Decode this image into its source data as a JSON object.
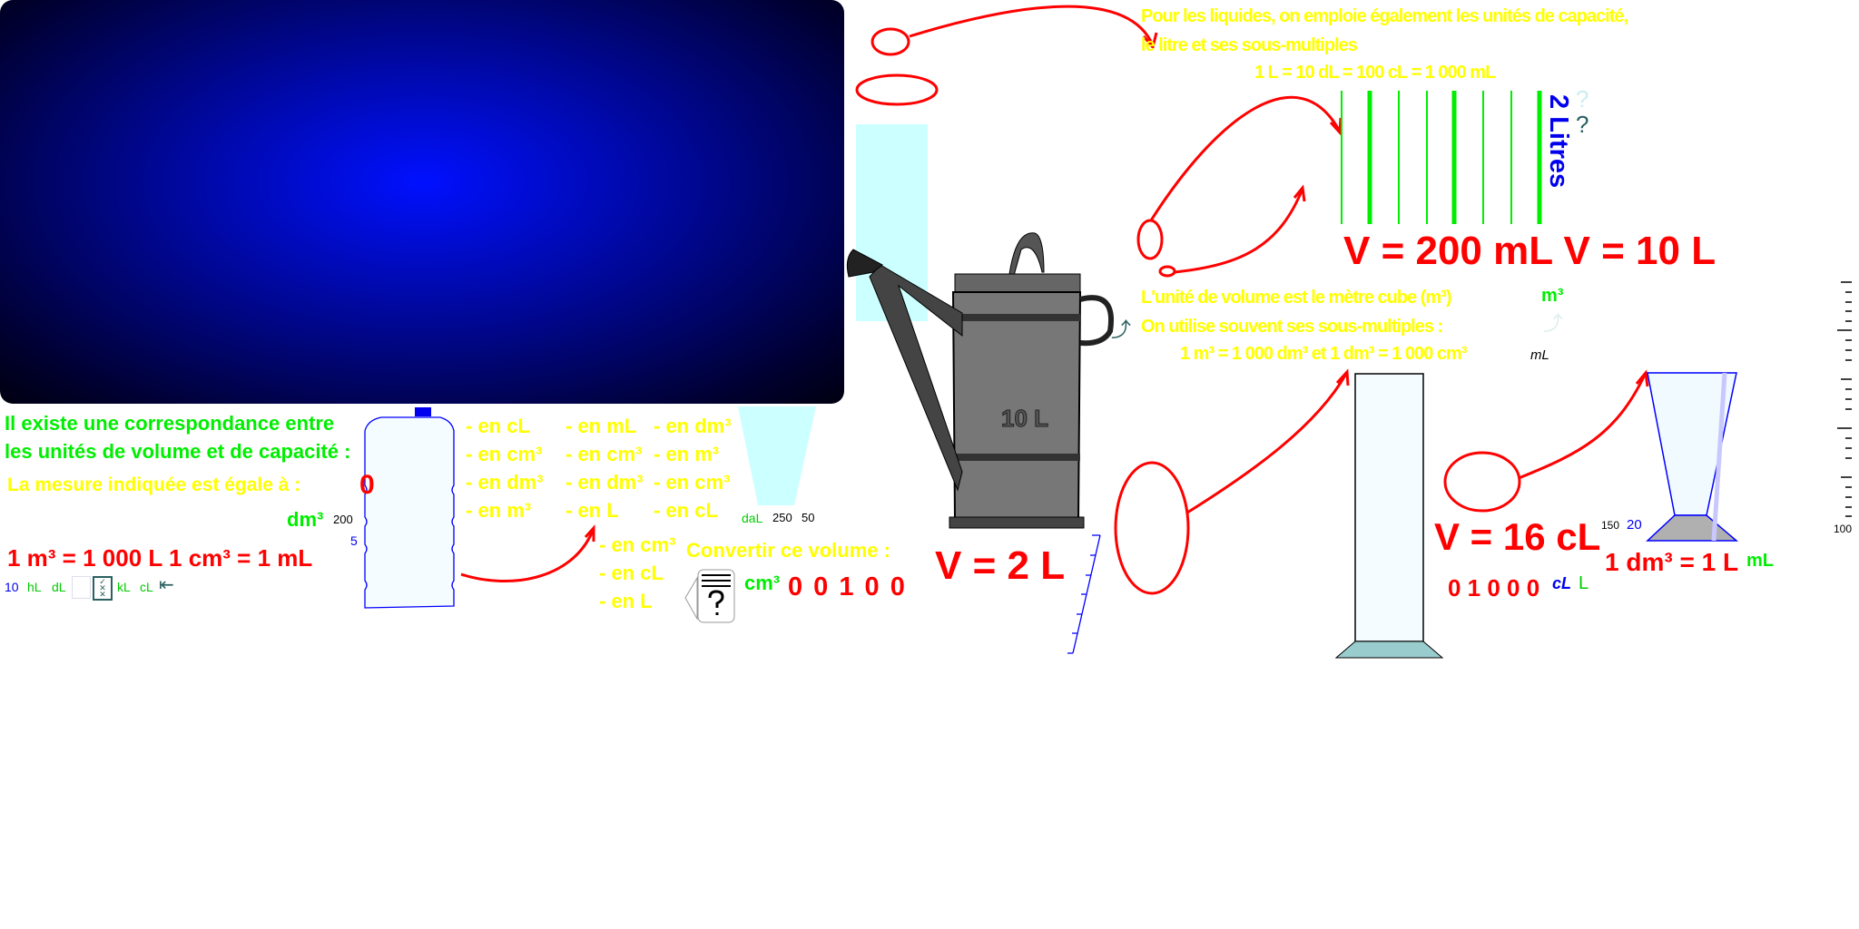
{
  "intro": {
    "line1": "Il existe une correspondance entre",
    "line2": "les unités de volume et de capacité :"
  },
  "measure": {
    "label": "La mesure indiquée est égale à :",
    "value": "0",
    "unit": "dm³",
    "tick_200": "200",
    "tick_5": "5"
  },
  "equivalence": "1 m³ = 1 000 L  1 cm³ = 1 mL",
  "bottom_toolbar": {
    "n10": "10",
    "hL": "hL",
    "dL": "dL",
    "kL": "kL",
    "cL": "cL"
  },
  "conversions": {
    "col1": [
      "- en cL",
      "- en cm³",
      "- en dm³",
      "- en m³"
    ],
    "col2": [
      "- en mL",
      "- en cm³",
      "- en dm³",
      "- en L"
    ],
    "col3": [
      "- en dm³",
      "- en m³",
      "- en cm³",
      "- en cL"
    ],
    "col4": [
      "- en cm³",
      "- en cL",
      "- en L"
    ]
  },
  "scale_labels": {
    "daL": "daL",
    "n250": "250",
    "n50": "50"
  },
  "convert": {
    "label": "Convertir ce volume :",
    "unit": "cm³",
    "digits": "0 0 1 0 0",
    "volume": "V = 2 L"
  },
  "watering_can": {
    "label": "10 L"
  },
  "liquids": {
    "line1": "Pour les liquides, on emploie également les unités de capacité,",
    "line2": "le litre et ses sous-multiples",
    "line3": "1 L = 10 dL = 100 cL = 1 000 mL"
  },
  "bars_label": "2 Litres",
  "question_marks": "?",
  "volumes_top": "V = 200 mL V = 10 L",
  "volume_unit": {
    "line1": "L'unité de volume est le mètre cube (m³)",
    "line2": "On utilise souvent ses sous-multiples :",
    "line3": "1 m³ = 1 000 dm³ et 1 dm³ = 1 000 cm³"
  },
  "right_labels": {
    "m3": "m³",
    "mL_italic": "mL",
    "n150": "150",
    "n20": "20",
    "n100": "100",
    "mL": "mL"
  },
  "cl_volume": {
    "value": "V = 16 cL",
    "digits": "0 1 0 0 0",
    "cL": "cL",
    "L": "L"
  },
  "dm3_eq": "1 dm³ = 1 L",
  "colors": {
    "yellow": "#ffff00",
    "green": "#00ee00",
    "red": "#ff0000",
    "blue": "#0000ff"
  }
}
